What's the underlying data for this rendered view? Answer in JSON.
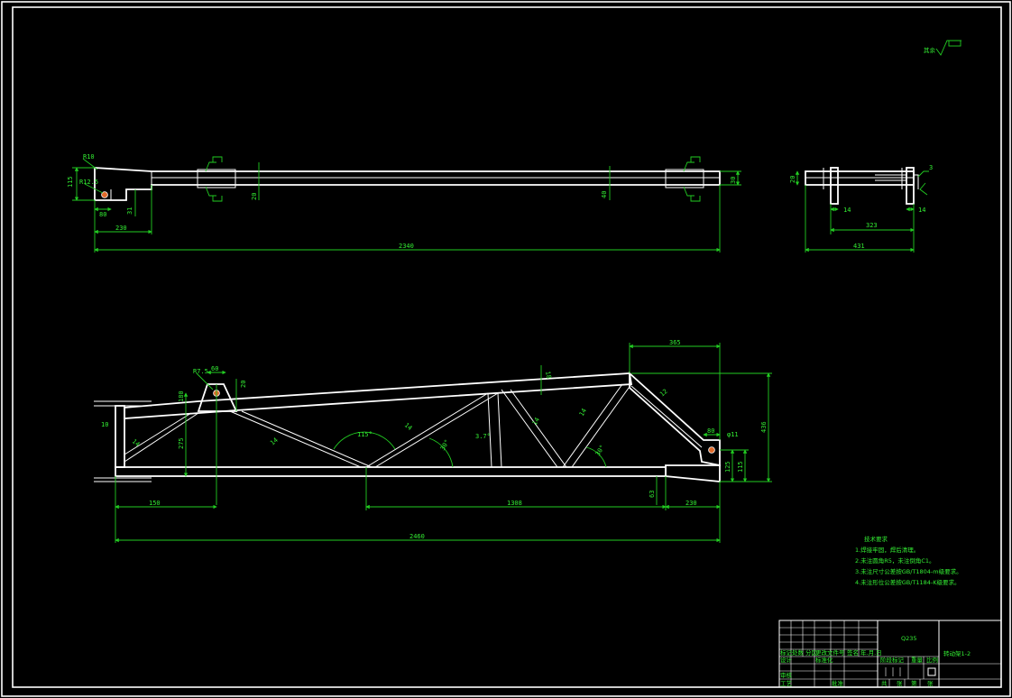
{
  "colors": {
    "background": "#000000",
    "geometry": "#ffffff",
    "dimension": "#22cc22",
    "hole": "#e06a2a"
  },
  "top_view": {
    "dims": {
      "d115": "115",
      "d80": "80",
      "d31": "31",
      "d230": "230",
      "d2340": "2340",
      "d20": "20",
      "d40": "40",
      "d30": "30",
      "r10": "R10",
      "r125": "R12.5"
    }
  },
  "side_view": {
    "dims": {
      "d20": "20",
      "d14a": "14",
      "d14b": "14",
      "d323": "323",
      "d431": "431",
      "d3": "3"
    }
  },
  "front_view": {
    "dims": {
      "d60": "60",
      "d20": "20",
      "d180": "180",
      "d275": "275",
      "d10": "10",
      "d18": "18",
      "d365": "365",
      "d436": "436",
      "d80": "80",
      "d125": "125",
      "d115": "115",
      "d150": "150",
      "d1308": "1308",
      "d230": "230",
      "d2460": "2460",
      "d63": "63",
      "a115": "115°",
      "a3": "3.7°",
      "a30a": "30°",
      "a30b": "30°",
      "r75": "R7.5",
      "r11": "φ11",
      "m12": "12",
      "m14a": "14",
      "m14b": "14",
      "m14c": "14",
      "m14d": "14",
      "m14e": "14"
    }
  },
  "roughness_note": "其余",
  "notes": {
    "title": "技术要求",
    "items": [
      "1.焊接牢固，焊后清理。",
      "2.未注圆角R5，未注倒角C1。",
      "3.未注尺寸公差按GB/T1804-m级要求。",
      "4.未注形位公差按GB/T1184-K级要求。"
    ]
  },
  "title_block": {
    "material": "Q235",
    "drawing_name": "转动架1-2",
    "col_labels": [
      "标记",
      "处数",
      "分区",
      "更改文件号",
      "签名",
      "年.月.日"
    ],
    "row_labels": [
      "设计",
      "审核",
      "工艺",
      "标准化",
      "批准"
    ],
    "stage_labels": [
      "阶段标记",
      "重量",
      "比例"
    ],
    "bottom_labels": [
      "共",
      "张",
      "第",
      "张"
    ]
  }
}
